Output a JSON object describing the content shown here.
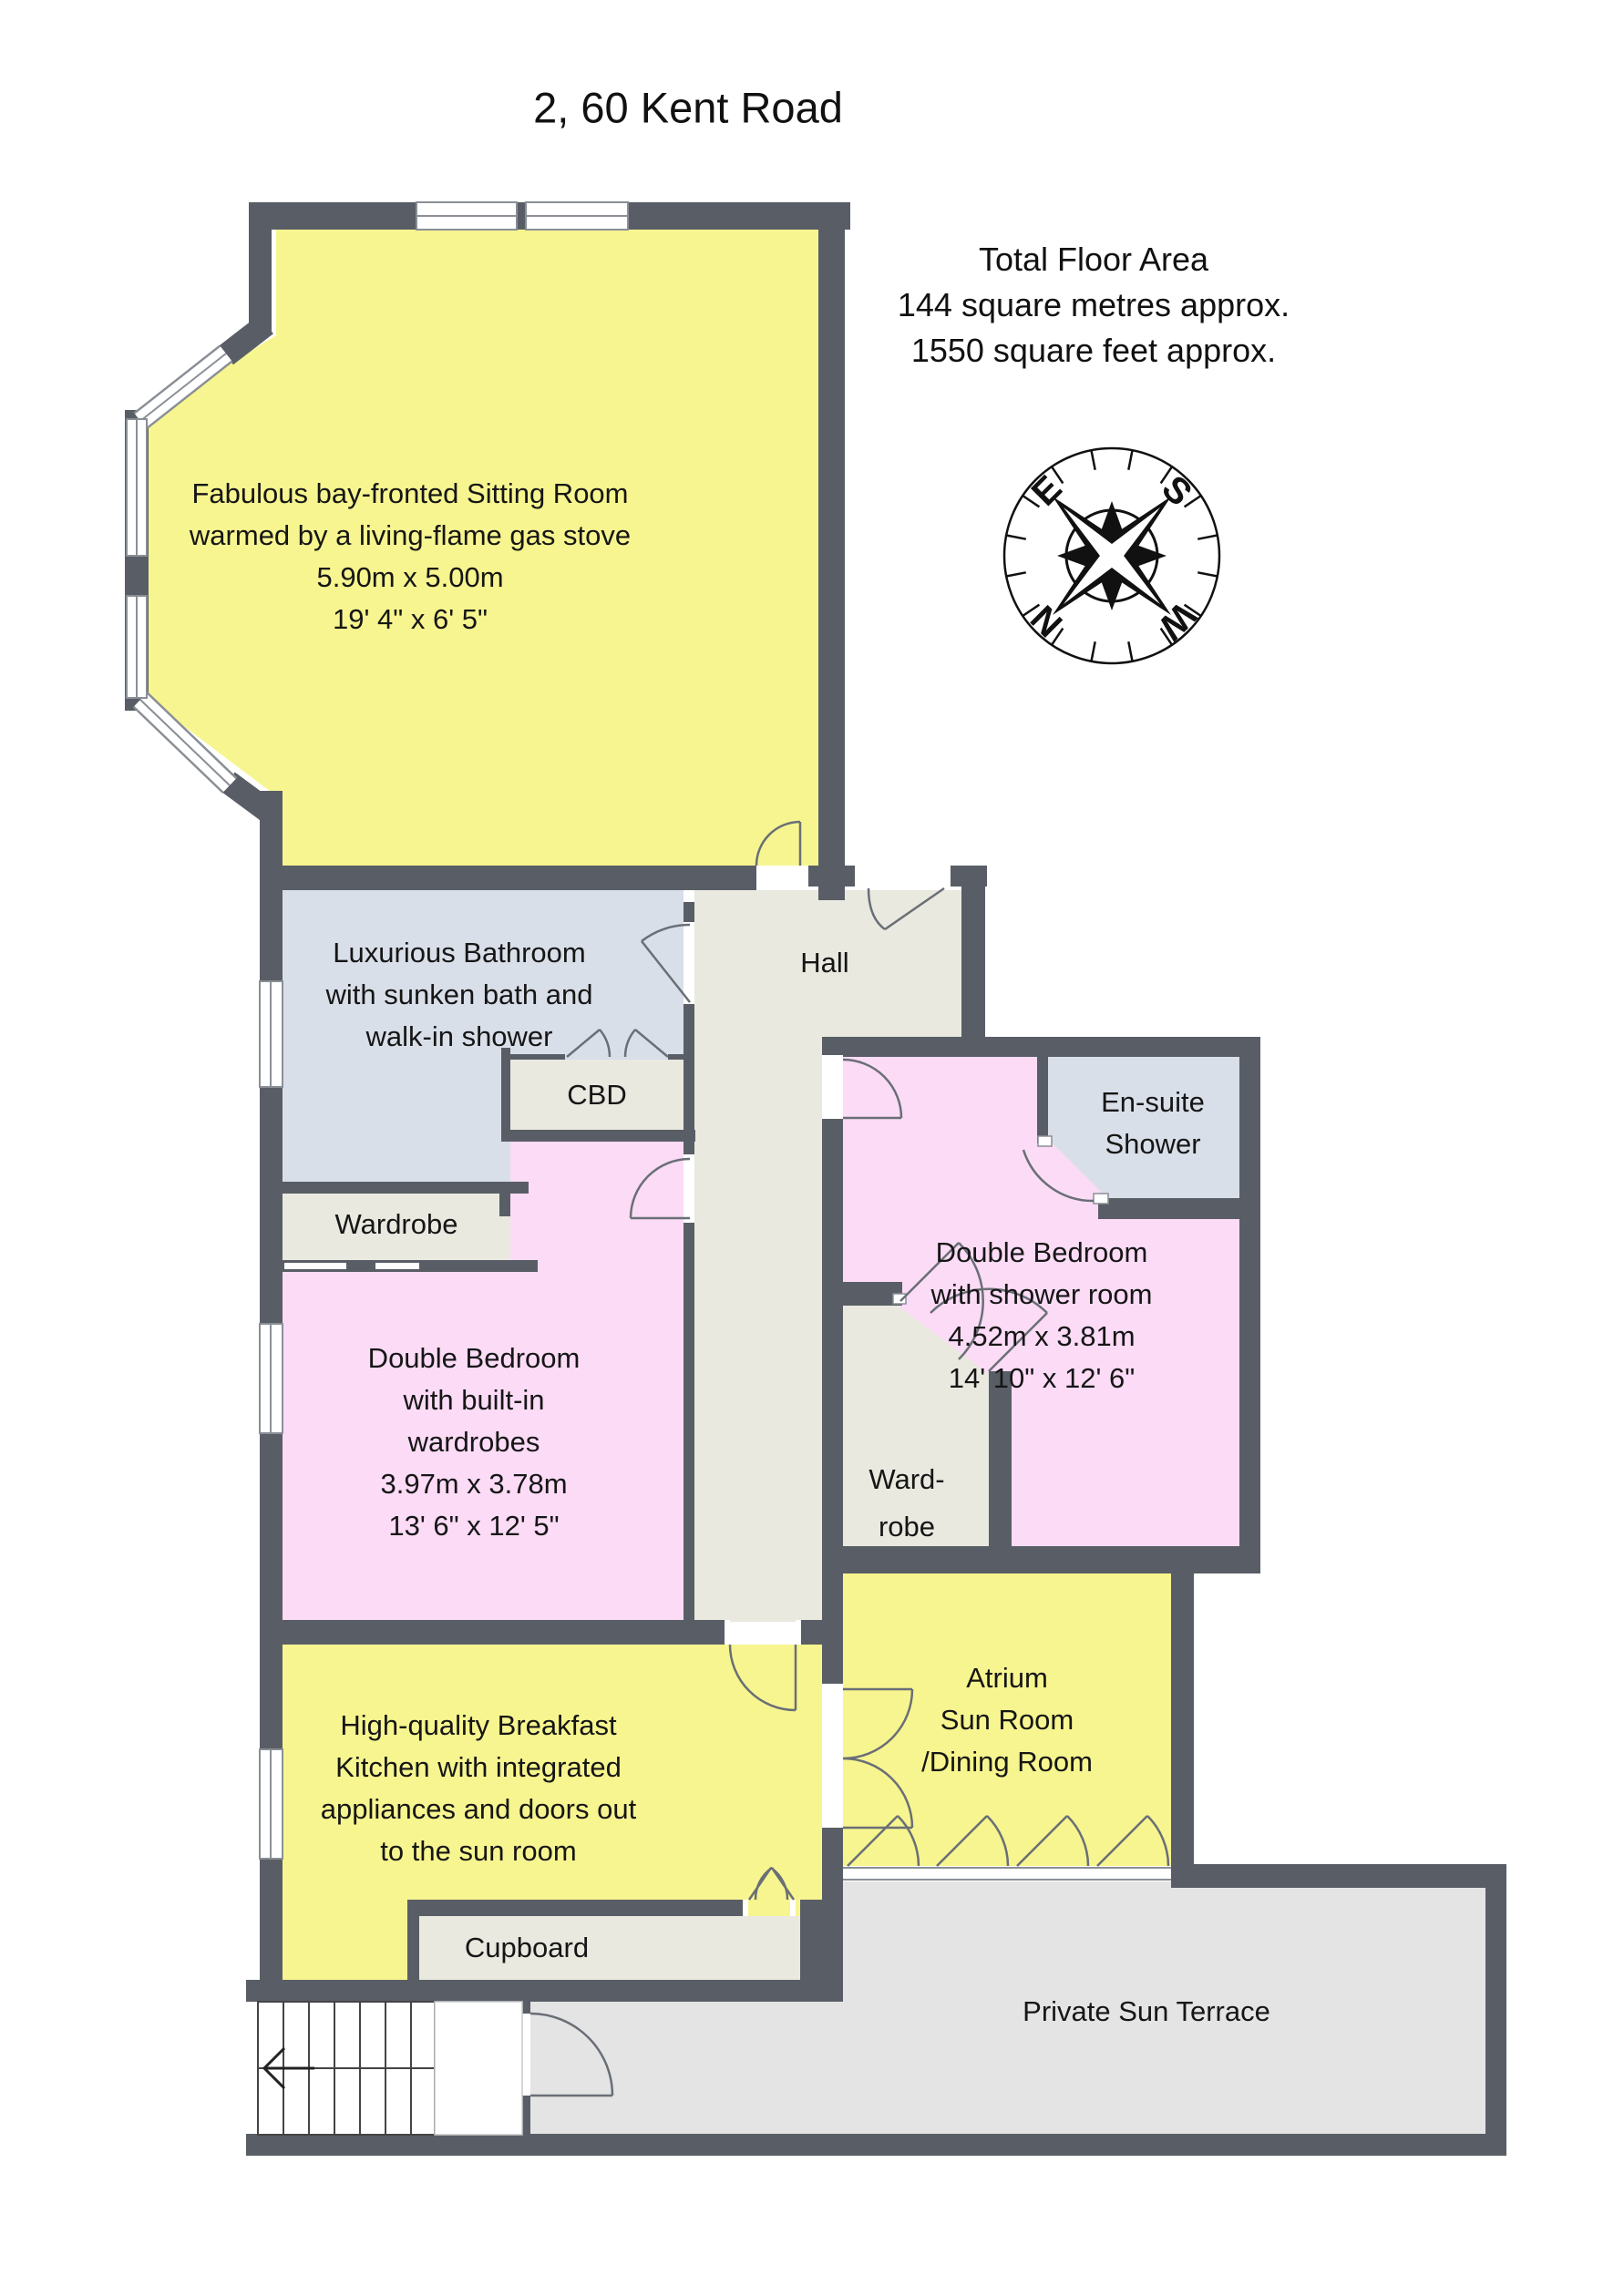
{
  "title": "2, 60 Kent Road",
  "floor_area": {
    "line1": "Total Floor Area",
    "line2": "144 square metres approx.",
    "line3": "1550 square feet approx."
  },
  "compass": {
    "n": "N",
    "e": "E",
    "s": "S",
    "w": "W"
  },
  "rooms": {
    "sitting_room": {
      "lines": [
        "Fabulous bay-fronted Sitting Room",
        "warmed by a living-flame gas stove",
        "5.90m x 5.00m",
        "19' 4\" x 6' 5\""
      ]
    },
    "bathroom": {
      "lines": [
        "Luxurious Bathroom",
        "with sunken bath and",
        "walk-in shower"
      ]
    },
    "hall": {
      "label": "Hall"
    },
    "cbd": {
      "label": "CBD"
    },
    "wardrobe_left": {
      "label": "Wardrobe"
    },
    "bedroom_left": {
      "lines": [
        "Double Bedroom",
        "with built-in",
        "wardrobes",
        "3.97m x 3.78m",
        "13' 6\" x 12' 5\""
      ]
    },
    "ensuite": {
      "lines": [
        "En-suite",
        "Shower"
      ]
    },
    "bedroom_right": {
      "lines": [
        "Double Bedroom",
        "with shower room",
        "4.52m x 3.81m",
        "14' 10\" x 12' 6\""
      ]
    },
    "wardrobe_mid": {
      "lines": [
        "Ward-",
        "robe"
      ]
    },
    "kitchen": {
      "lines": [
        "High-quality Breakfast",
        "Kitchen with integrated",
        "appliances and doors out",
        "to the sun room"
      ]
    },
    "atrium": {
      "lines": [
        "Atrium",
        "Sun Room",
        "/Dining Room"
      ]
    },
    "cupboard": {
      "label": "Cupboard"
    },
    "terrace": {
      "label": "Private Sun Terrace"
    }
  },
  "colors": {
    "wall": "#595e66",
    "room_yellow": "#f7f58f",
    "room_pink": "#fbdbf6",
    "room_blue": "#d9dfe9",
    "room_beige": "#e9e9e0",
    "terrace_gray": "#e4e4e4",
    "door_stroke": "#6a6f76",
    "text": "#161616"
  }
}
